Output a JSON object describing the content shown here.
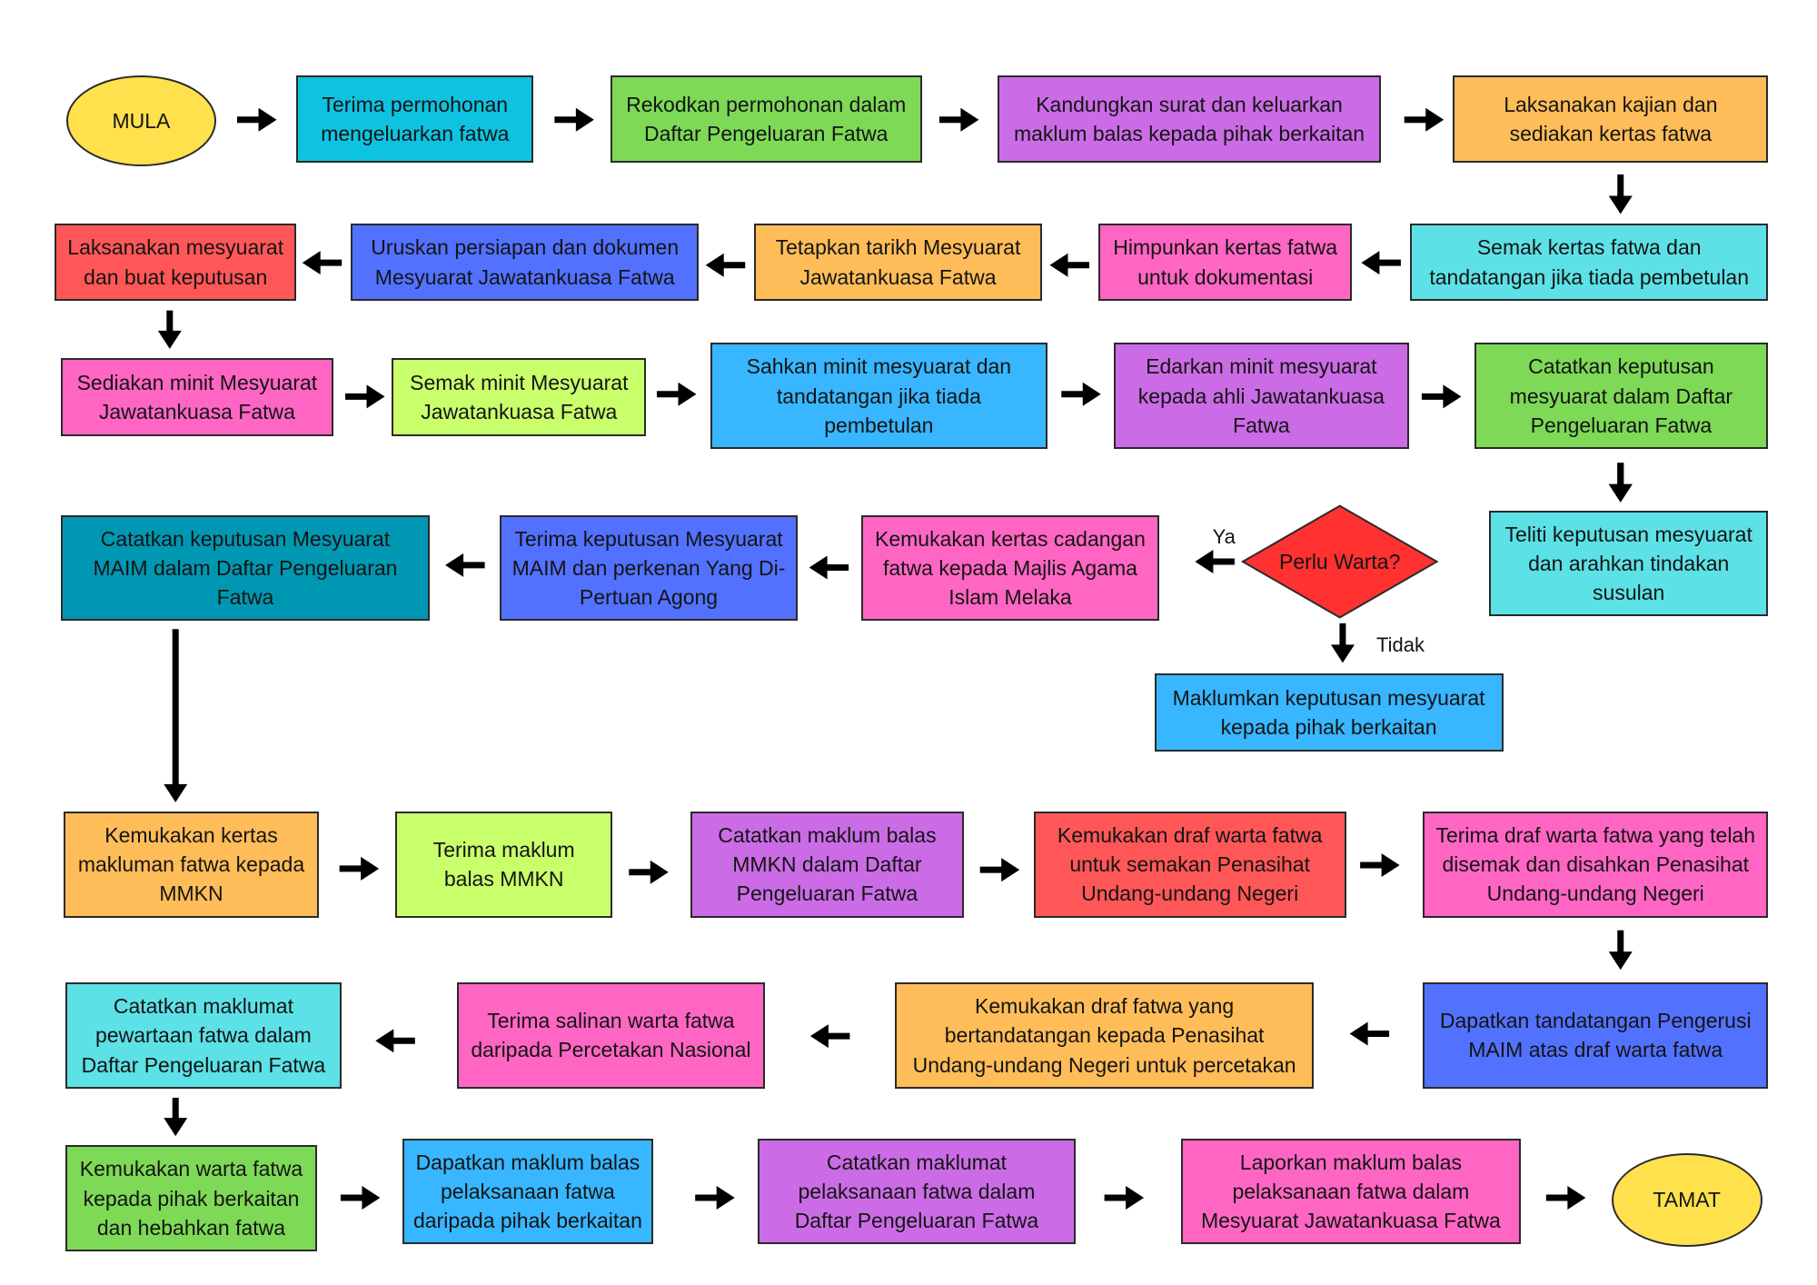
{
  "nodes": [
    {
      "id": "mula",
      "text": "MULA",
      "color": "#FFE14D",
      "shape": "oval"
    },
    {
      "id": "n1",
      "text": "Terima permohonan mengeluarkan fatwa",
      "color": "#0EC3E0"
    },
    {
      "id": "n2",
      "text": "Rekodkan permohonan dalam Daftar Pengeluaran Fatwa",
      "color": "#7ED957"
    },
    {
      "id": "n3",
      "text": "Kandungkan surat dan keluarkan maklum balas kepada pihak berkaitan",
      "color": "#CB6CE6"
    },
    {
      "id": "n4",
      "text": "Laksanakan kajian dan sediakan kertas fatwa",
      "color": "#FFBD59"
    },
    {
      "id": "n5",
      "text": "Semak kertas fatwa dan tandatangan jika tiada pembetulan",
      "color": "#5CE1E6"
    },
    {
      "id": "n6",
      "text": "Himpunkan kertas fatwa untuk dokumentasi",
      "color": "#FF66C4"
    },
    {
      "id": "n7",
      "text": "Tetapkan tarikh Mesyuarat Jawatankuasa Fatwa",
      "color": "#FFBD59"
    },
    {
      "id": "n8",
      "text": "Uruskan persiapan dan dokumen Mesyuarat Jawatankuasa Fatwa",
      "color": "#5271FF"
    },
    {
      "id": "n9",
      "text": "Laksanakan mesyuarat dan buat keputusan",
      "color": "#FF5757"
    },
    {
      "id": "n10",
      "text": "Sediakan minit Mesyuarat Jawatankuasa Fatwa",
      "color": "#FF66C4"
    },
    {
      "id": "n11",
      "text": "Semak minit Mesyuarat Jawatankuasa Fatwa",
      "color": "#C9FF6B"
    },
    {
      "id": "n12",
      "text": "Sahkan minit mesyuarat dan tandatangan jika tiada pembetulan",
      "color": "#38B6FF"
    },
    {
      "id": "n13",
      "text": "Edarkan minit mesyuarat kepada ahli Jawatankuasa Fatwa",
      "color": "#CB6CE6"
    },
    {
      "id": "n14",
      "text": "Catatkan keputusan mesyuarat dalam Daftar Pengeluaran Fatwa",
      "color": "#7ED957"
    },
    {
      "id": "n15",
      "text": "Teliti keputusan mesyuarat dan arahkan tindakan susulan",
      "color": "#5CE1E6"
    },
    {
      "id": "d1",
      "text": "Perlu Warta?",
      "color": "#FF3131",
      "shape": "diamond"
    },
    {
      "id": "n16",
      "text": "Maklumkan keputusan mesyuarat kepada pihak berkaitan",
      "color": "#38B6FF"
    },
    {
      "id": "n17",
      "text": "Kemukakan kertas cadangan fatwa kepada Majlis Agama Islam Melaka",
      "color": "#FF66C4"
    },
    {
      "id": "n18",
      "text": "Terima keputusan Mesyuarat MAIM dan perkenan Yang Di-Pertuan Agong",
      "color": "#5271FF"
    },
    {
      "id": "n19",
      "text": "Catatkan keputusan Mesyuarat MAIM dalam Daftar Pengeluaran Fatwa",
      "color": "#0097B2"
    },
    {
      "id": "n20",
      "text": "Kemukakan kertas makluman fatwa kepada MMKN",
      "color": "#FFBD59"
    },
    {
      "id": "n21",
      "text": "Terima maklum balas MMKN",
      "color": "#C9FF6B"
    },
    {
      "id": "n22",
      "text": "Catatkan maklum balas MMKN dalam Daftar Pengeluaran Fatwa",
      "color": "#CB6CE6"
    },
    {
      "id": "n23",
      "text": "Kemukakan draf warta fatwa untuk semakan Penasihat Undang-undang Negeri",
      "color": "#FF5757"
    },
    {
      "id": "n24",
      "text": "Terima draf warta fatwa yang telah disemak dan disahkan Penasihat Undang-undang Negeri",
      "color": "#FF66C4"
    },
    {
      "id": "n25",
      "text": "Dapatkan tandatangan Pengerusi MAIM atas draf warta fatwa",
      "color": "#5271FF"
    },
    {
      "id": "n26",
      "text": "Kemukakan draf fatwa yang bertandatangan kepada Penasihat Undang-undang Negeri untuk percetakan",
      "color": "#FFBD59"
    },
    {
      "id": "n27",
      "text": "Terima salinan warta fatwa daripada Percetakan Nasional",
      "color": "#FF66C4"
    },
    {
      "id": "n28",
      "text": "Catatkan maklumat pewartaan fatwa dalam Daftar Pengeluaran Fatwa",
      "color": "#5CE1E6"
    },
    {
      "id": "n29",
      "text": "Kemukakan warta fatwa kepada pihak berkaitan dan hebahkan fatwa",
      "color": "#7ED957"
    },
    {
      "id": "n30",
      "text": "Dapatkan maklum balas pelaksanaan fatwa daripada pihak berkaitan",
      "color": "#38B6FF"
    },
    {
      "id": "n31",
      "text": "Catatkan maklumat pelaksanaan fatwa dalam Daftar Pengeluaran Fatwa",
      "color": "#CB6CE6"
    },
    {
      "id": "n32",
      "text": "Laporkan maklum balas pelaksanaan fatwa dalam Mesyuarat Jawatankuasa Fatwa",
      "color": "#FF66C4"
    },
    {
      "id": "tamat",
      "text": "TAMAT",
      "color": "#FFE14D",
      "shape": "oval"
    }
  ],
  "edges": [
    {
      "from": "mula",
      "to": "n1"
    },
    {
      "from": "n1",
      "to": "n2"
    },
    {
      "from": "n2",
      "to": "n3"
    },
    {
      "from": "n3",
      "to": "n4"
    },
    {
      "from": "n4",
      "to": "n5"
    },
    {
      "from": "n5",
      "to": "n6"
    },
    {
      "from": "n6",
      "to": "n7"
    },
    {
      "from": "n7",
      "to": "n8"
    },
    {
      "from": "n8",
      "to": "n9"
    },
    {
      "from": "n9",
      "to": "n10"
    },
    {
      "from": "n10",
      "to": "n11"
    },
    {
      "from": "n11",
      "to": "n12"
    },
    {
      "from": "n12",
      "to": "n13"
    },
    {
      "from": "n13",
      "to": "n14"
    },
    {
      "from": "n14",
      "to": "n15"
    },
    {
      "from": "n15",
      "to": "d1"
    },
    {
      "from": "d1",
      "to": "n17",
      "label": "Ya"
    },
    {
      "from": "d1",
      "to": "n16",
      "label": "Tidak"
    },
    {
      "from": "n17",
      "to": "n18"
    },
    {
      "from": "n18",
      "to": "n19"
    },
    {
      "from": "n19",
      "to": "n20"
    },
    {
      "from": "n20",
      "to": "n21"
    },
    {
      "from": "n21",
      "to": "n22"
    },
    {
      "from": "n22",
      "to": "n23"
    },
    {
      "from": "n23",
      "to": "n24"
    },
    {
      "from": "n24",
      "to": "n25"
    },
    {
      "from": "n25",
      "to": "n26"
    },
    {
      "from": "n26",
      "to": "n27"
    },
    {
      "from": "n27",
      "to": "n28"
    },
    {
      "from": "n28",
      "to": "n29"
    },
    {
      "from": "n29",
      "to": "n30"
    },
    {
      "from": "n30",
      "to": "n31"
    },
    {
      "from": "n31",
      "to": "n32"
    },
    {
      "from": "n32",
      "to": "tamat"
    }
  ]
}
